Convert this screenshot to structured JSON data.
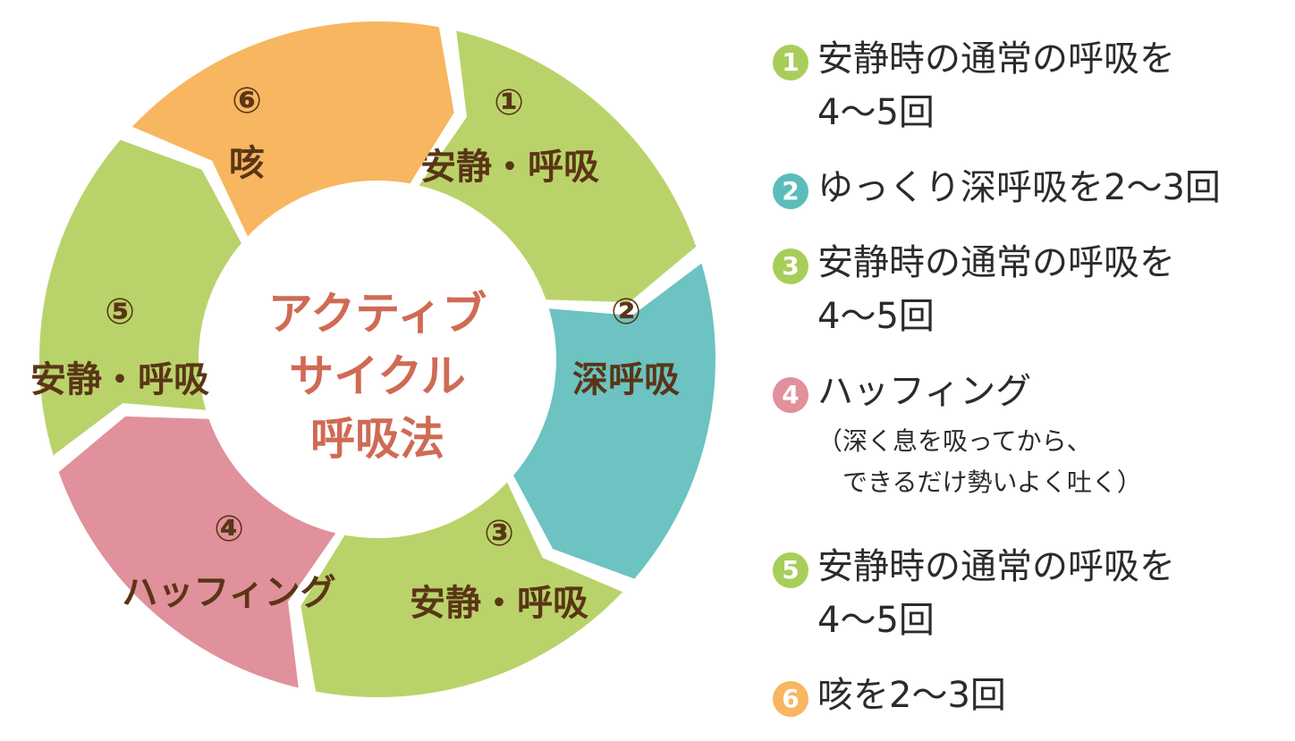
{
  "diagram": {
    "center_lines": [
      "アクティブ",
      "サイクル",
      "呼吸法"
    ],
    "segments": [
      {
        "num": "①",
        "label": "安静・呼吸",
        "color": "#b9d36a"
      },
      {
        "num": "②",
        "label": "深呼吸",
        "color": "#6cc3c1"
      },
      {
        "num": "③",
        "label": "安静・呼吸",
        "color": "#b9d36a"
      },
      {
        "num": "④",
        "label": "ハッフィング",
        "color": "#e0919b"
      },
      {
        "num": "⑤",
        "label": "安静・呼吸",
        "color": "#b9d36a"
      },
      {
        "num": "⑥",
        "label": "咳",
        "color": "#f7b65f"
      }
    ]
  },
  "steps": [
    {
      "badge": "1",
      "lines": [
        "安静時の通常の呼吸を",
        "4〜5回"
      ],
      "color": "#a9cd5a"
    },
    {
      "badge": "2",
      "lines": [
        "ゆっくり深呼吸を2〜3回"
      ],
      "color": "#5bbdbb"
    },
    {
      "badge": "3",
      "lines": [
        "安静時の通常の呼吸を",
        "4〜5回"
      ],
      "color": "#a9cd5a"
    },
    {
      "badge": "4",
      "lines": [
        "ハッフィング"
      ],
      "note": [
        "（深く息を吸ってから、",
        "　できるだけ勢いよく吐く）"
      ],
      "color": "#e0919b"
    },
    {
      "badge": "5",
      "lines": [
        "安静時の通常の呼吸を",
        "4〜5回"
      ],
      "color": "#a9cd5a"
    },
    {
      "badge": "6",
      "lines": [
        "咳を2〜3回"
      ],
      "color": "#f7b65f"
    }
  ]
}
